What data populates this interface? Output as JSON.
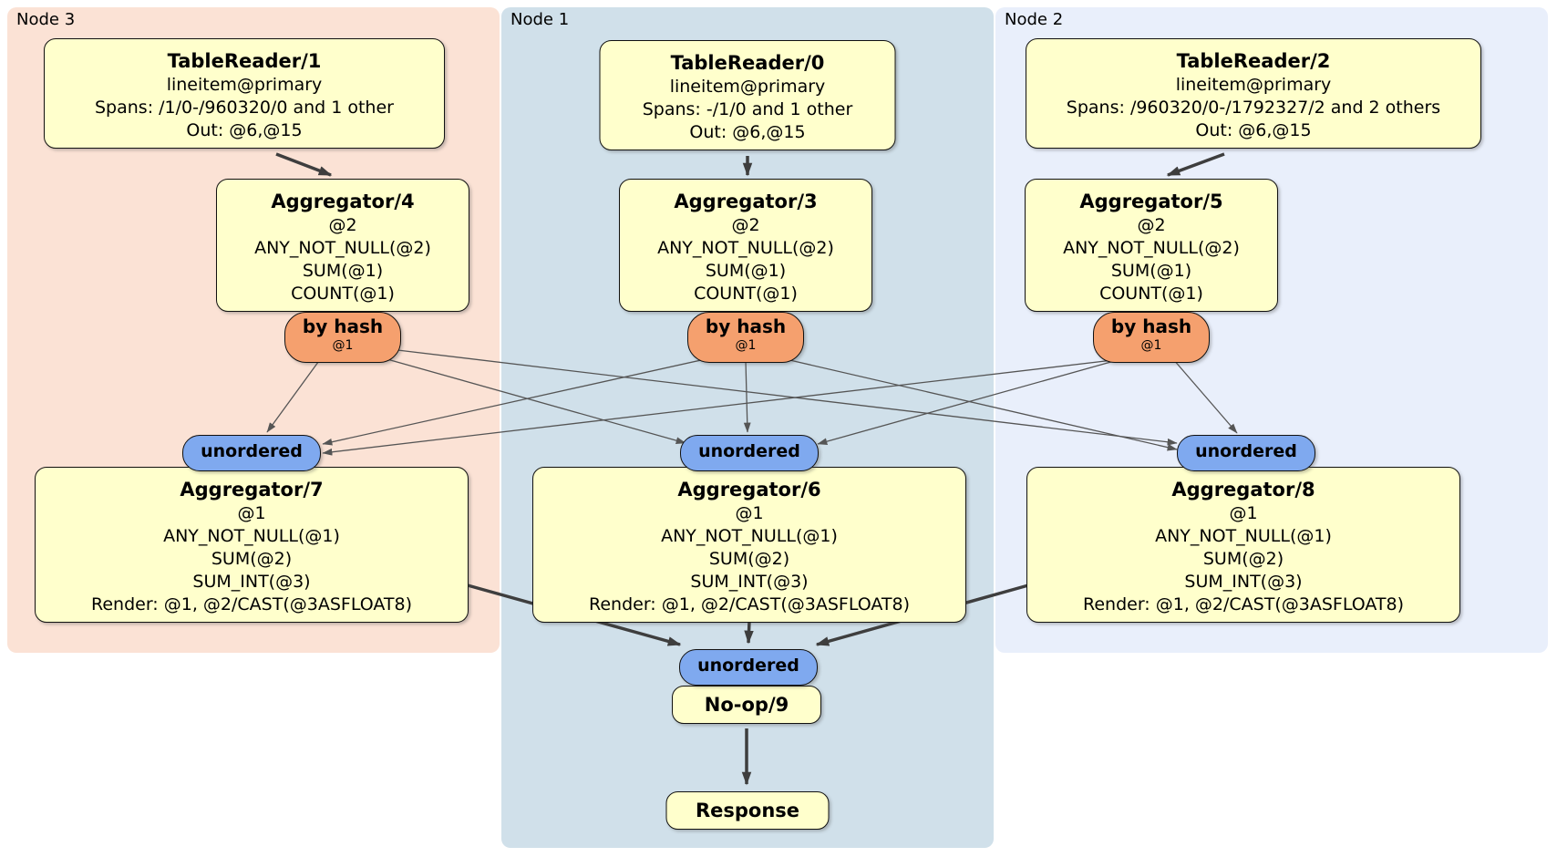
{
  "diagram": {
    "regions": {
      "node3": {
        "label": "Node 3",
        "color": "#fbe2d5"
      },
      "node1": {
        "label": "Node 1",
        "color": "#d0e0ea"
      },
      "node2": {
        "label": "Node 2",
        "color": "#e9effb"
      }
    },
    "processors": {
      "tr1": {
        "title": "TableReader/1",
        "lines": [
          "lineitem@primary",
          "Spans: /1/0-/960320/0 and 1 other",
          "Out: @6,@15"
        ]
      },
      "tr0": {
        "title": "TableReader/0",
        "lines": [
          "lineitem@primary",
          "Spans: -/1/0 and 1 other",
          "Out: @6,@15"
        ]
      },
      "tr2": {
        "title": "TableReader/2",
        "lines": [
          "lineitem@primary",
          "Spans: /960320/0-/1792327/2 and 2 others",
          "Out: @6,@15"
        ]
      },
      "agg4": {
        "title": "Aggregator/4",
        "lines": [
          "@2",
          "ANY_NOT_NULL(@2)",
          "SUM(@1)",
          "COUNT(@1)"
        ]
      },
      "agg3": {
        "title": "Aggregator/3",
        "lines": [
          "@2",
          "ANY_NOT_NULL(@2)",
          "SUM(@1)",
          "COUNT(@1)"
        ]
      },
      "agg5": {
        "title": "Aggregator/5",
        "lines": [
          "@2",
          "ANY_NOT_NULL(@2)",
          "SUM(@1)",
          "COUNT(@1)"
        ]
      },
      "agg7": {
        "title": "Aggregator/7",
        "lines": [
          "@1",
          "ANY_NOT_NULL(@1)",
          "SUM(@2)",
          "SUM_INT(@3)",
          "Render: @1, @2/CAST(@3ASFLOAT8)"
        ]
      },
      "agg6": {
        "title": "Aggregator/6",
        "lines": [
          "@1",
          "ANY_NOT_NULL(@1)",
          "SUM(@2)",
          "SUM_INT(@3)",
          "Render: @1, @2/CAST(@3ASFLOAT8)"
        ]
      },
      "agg8": {
        "title": "Aggregator/8",
        "lines": [
          "@1",
          "ANY_NOT_NULL(@1)",
          "SUM(@2)",
          "SUM_INT(@3)",
          "Render: @1, @2/CAST(@3ASFLOAT8)"
        ]
      },
      "noop": {
        "title": "No-op/9"
      },
      "response": {
        "title": "Response"
      }
    },
    "router": {
      "label": "by hash",
      "detail": "@1"
    },
    "stream": {
      "label": "unordered"
    },
    "colors": {
      "processor_fill": "#ffffcc",
      "router_fill": "#f5a06e",
      "stream_fill": "#7fa9ef",
      "edge_thin": "#555555",
      "edge_thick": "#3e3e3e"
    }
  }
}
